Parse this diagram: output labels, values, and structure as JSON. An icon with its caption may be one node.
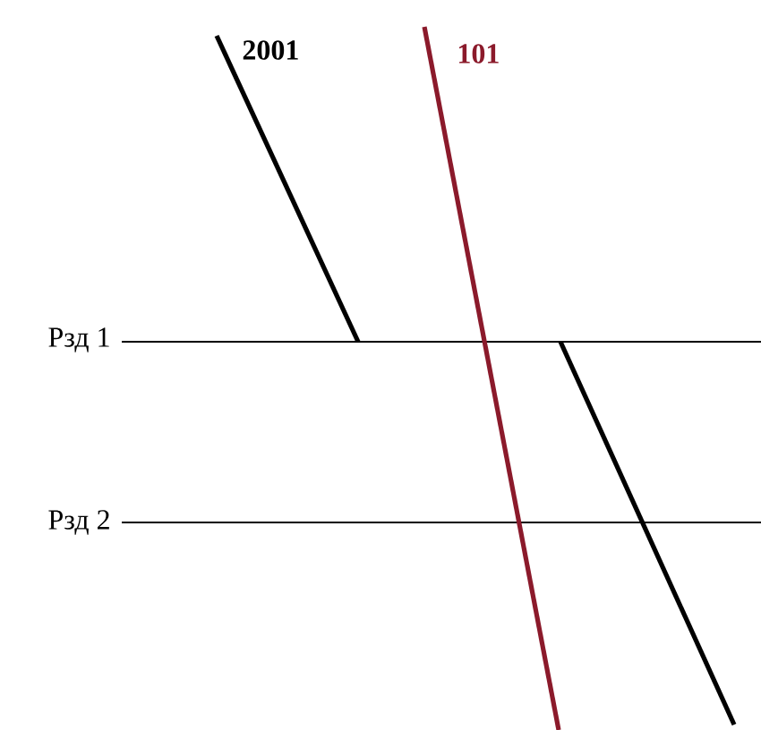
{
  "diagram": {
    "labels": [
      "2001",
      "101",
      "Рзд 1",
      "Рзд 2"
    ]
  }
}
